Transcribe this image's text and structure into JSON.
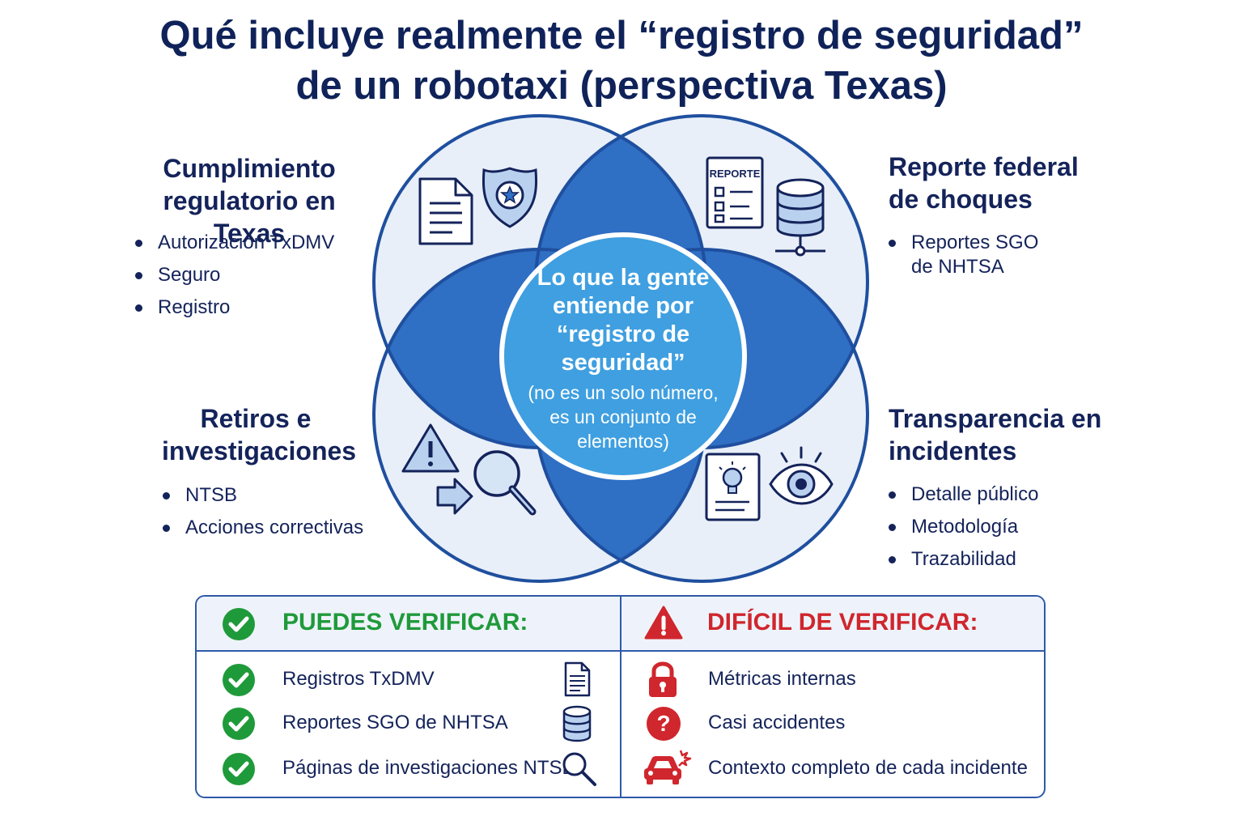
{
  "title": {
    "line1": "Qué incluye realmente el “registro de seguridad”",
    "line2": "de un robotaxi (perspectiva Texas)"
  },
  "colors": {
    "navy": "#14235a",
    "circle_fill": "#e8eff9",
    "circle_stroke": "#1f4f9e",
    "overlap_fill": "#2f6fc4",
    "center_fill": "#3f9fe0",
    "green": "#1f9a3a",
    "red": "#d0262d"
  },
  "center": {
    "main": [
      "Lo que la gente",
      "entiende por",
      "“registro de",
      "seguridad”"
    ],
    "sub": [
      "(no es un solo número,",
      "es un conjunto de",
      "elementos)"
    ]
  },
  "quadrants": {
    "top_left": {
      "title": [
        "Cumplimiento",
        "regulatorio en Texas"
      ],
      "bullets": [
        "Autorización TxDMV",
        "Seguro",
        "Registro"
      ],
      "icons": [
        "document-icon",
        "badge-star-icon"
      ]
    },
    "top_right": {
      "title": [
        "Reporte federal",
        "de choques"
      ],
      "bullets": [
        "Reportes SGO de NHTSA"
      ],
      "bullet_lines": [
        "Reportes SGO",
        "de NHTSA"
      ],
      "icon_label": "REPORTE",
      "icons": [
        "report-form-icon",
        "database-icon"
      ]
    },
    "bottom_left": {
      "title": [
        "Retiros e",
        "investigaciones"
      ],
      "bullets": [
        "NTSB",
        "Acciones correctivas"
      ],
      "icons": [
        "warning-icon",
        "arrow-right-icon",
        "magnifier-icon"
      ]
    },
    "bottom_right": {
      "title": [
        "Transparencia en",
        "incidentes"
      ],
      "bullets": [
        "Detalle público",
        "Metodología",
        "Trazabilidad"
      ],
      "icons": [
        "lightbulb-document-icon",
        "eye-icon"
      ]
    }
  },
  "verify": {
    "can": {
      "header": "PUEDES VERIFICAR:",
      "items": [
        {
          "label": "Registros TxDMV",
          "icon": "document-icon"
        },
        {
          "label": "Reportes SGO de NHTSA",
          "icon": "database-icon"
        },
        {
          "label": "Páginas de investigaciones NTSB",
          "icon": "search-icon"
        }
      ]
    },
    "hard": {
      "header": "DIFÍCIL DE VERIFICAR:",
      "items": [
        {
          "label": "Métricas internas",
          "icon": "lock-icon"
        },
        {
          "label": "Casi accidentes",
          "icon": "question-icon"
        },
        {
          "label": "Contexto completo de cada incidente",
          "icon": "car-crash-icon"
        }
      ]
    }
  }
}
